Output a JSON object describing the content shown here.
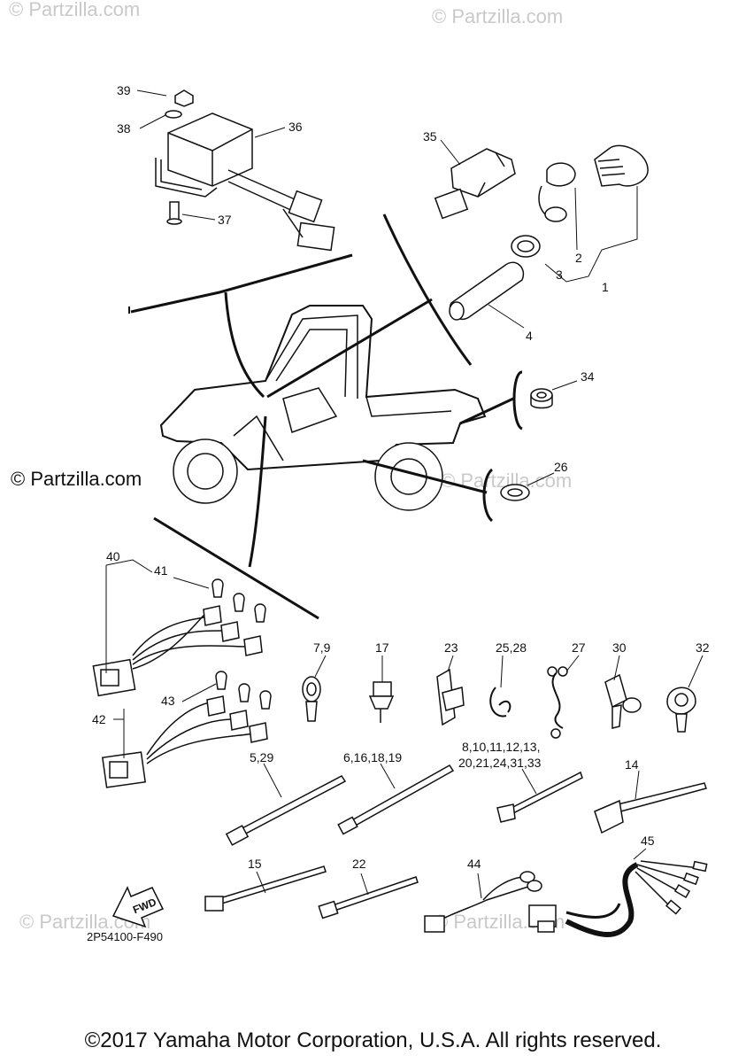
{
  "watermarks": {
    "top_left": "© Partzilla.com",
    "top_right": "© Partzilla.com",
    "left": "© Partzilla.com",
    "center": "© Partzilla.com",
    "bottom_left": "© Partzilla.com",
    "bottom_center": "© Partzilla.com"
  },
  "callouts": {
    "c1": "1",
    "c2": "2",
    "c3": "3",
    "c4": "4",
    "c35": "35",
    "c36": "36",
    "c37": "37",
    "c38": "38",
    "c39": "39",
    "c34": "34",
    "c26": "26",
    "c40": "40",
    "c41": "41",
    "c42": "42",
    "c43": "43",
    "c7_9": "7,9",
    "c17": "17",
    "c23": "23",
    "c25_28": "25,28",
    "c27": "27",
    "c30": "30",
    "c32": "32",
    "c5_29": "5,29",
    "c6_16": "6,16,18,19",
    "c8_line1": "8,10,11,12,13,",
    "c8_line2": "20,21,24,31,33",
    "c14": "14",
    "c15": "15",
    "c22": "22",
    "c44": "44",
    "c45": "45"
  },
  "fwd_label": "FWD",
  "diagram_code": "2P54100-F490",
  "copyright": "©2017 Yamaha Motor Corporation, U.S.A. All rights reserved."
}
